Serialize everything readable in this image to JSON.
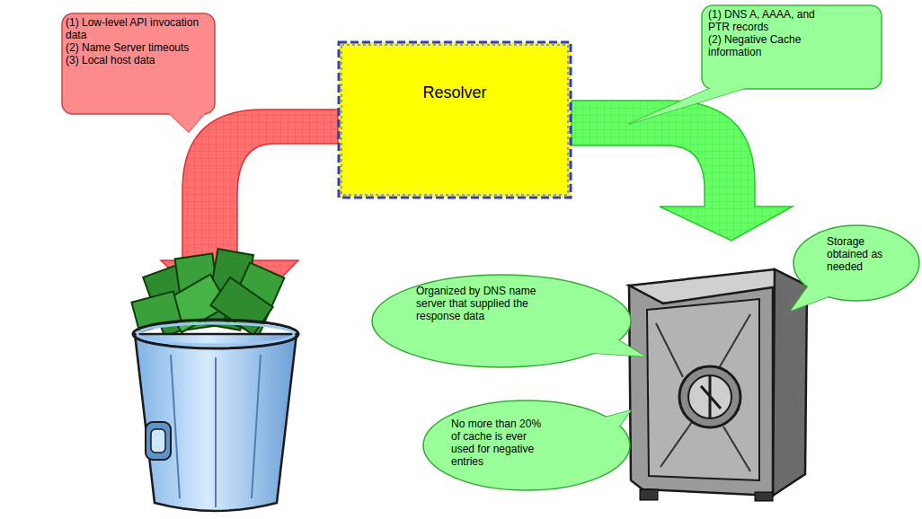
{
  "diagram": {
    "nodes": [
      {
        "text": [
          "(1) Low-level API invocation data",
          "(2) Name Server timeouts",
          "(3) Local host data"
        ]
      },
      {
        "text": [
          "Resolver"
        ]
      },
      {
        "text": [
          "(1) DNS A, AAAA, and PTR records",
          "(2) Negative Cache information"
        ]
      },
      {
        "text": [
          "Storage obtained as needed"
        ]
      },
      {
        "text": [
          "Organized by DNS name server that supplied the response data"
        ]
      },
      {
        "text": [
          "No more than 20% of cache is ever used for negative entries"
        ]
      }
    ]
  }
}
